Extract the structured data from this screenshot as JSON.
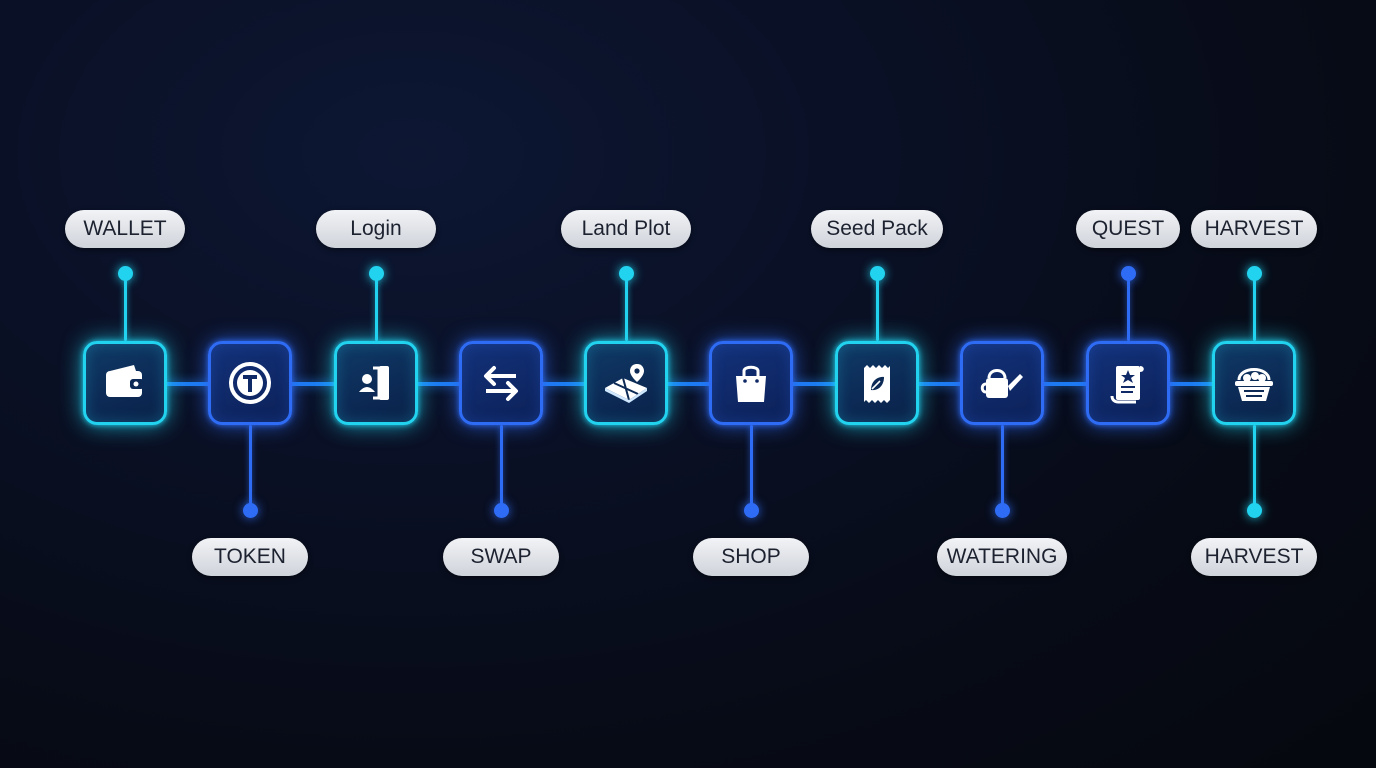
{
  "nodes": [
    {
      "icon": "wallet-icon",
      "color": "cyan",
      "label": "WALLET",
      "side": "top"
    },
    {
      "icon": "token-icon",
      "color": "blue",
      "label": "TOKEN",
      "side": "bottom"
    },
    {
      "icon": "login-icon",
      "color": "cyan",
      "label": "Login",
      "side": "top"
    },
    {
      "icon": "swap-icon",
      "color": "blue",
      "label": "SWAP",
      "side": "bottom"
    },
    {
      "icon": "land-plot-icon",
      "color": "cyan",
      "label": "Land Plot",
      "side": "top"
    },
    {
      "icon": "shop-bag-icon",
      "color": "blue",
      "label": "SHOP",
      "side": "bottom"
    },
    {
      "icon": "seed-pack-icon",
      "color": "cyan",
      "label": "Seed Pack",
      "side": "top"
    },
    {
      "icon": "watering-can-icon",
      "color": "blue",
      "label": "WATERING",
      "side": "bottom"
    },
    {
      "icon": "quest-scroll-icon",
      "color": "blue",
      "label": "QUEST",
      "side": "top"
    },
    {
      "icon": "harvest-basket-icon",
      "color": "cyan",
      "label": "HARVEST",
      "side": "top",
      "label_bottom": "HARVEST"
    }
  ],
  "colors": {
    "cyan": "#22d3f0",
    "blue": "#2f6cf5",
    "pill": "#e3e6eb",
    "pill_text": "#1d2230"
  }
}
